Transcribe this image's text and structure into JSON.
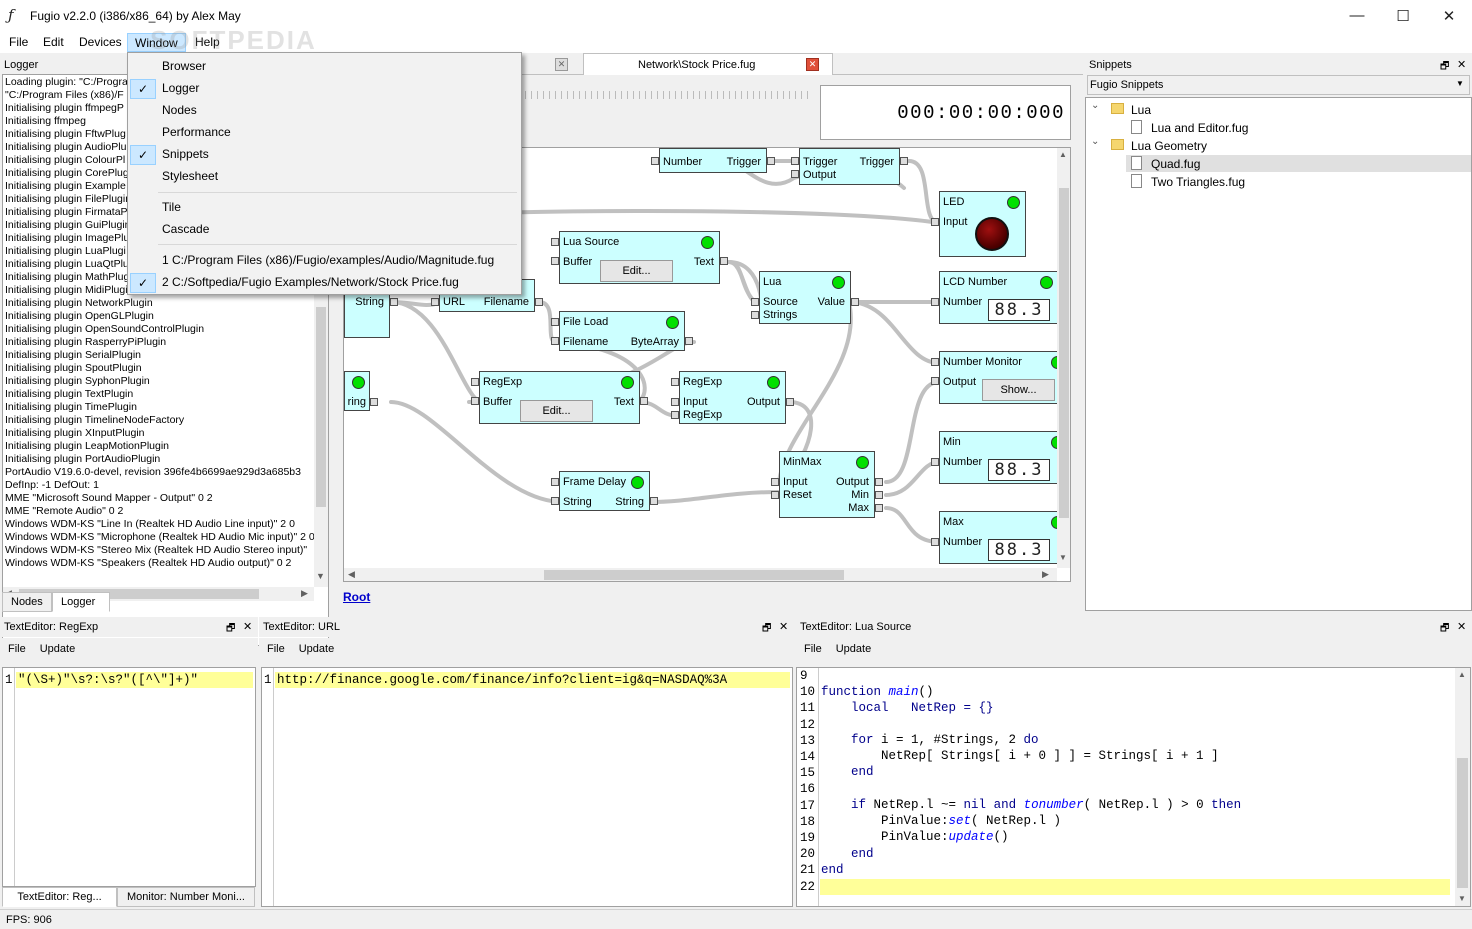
{
  "window": {
    "title": "Fugio v2.2.0 (i386/x86_64) by Alex May",
    "minimize": "—",
    "maximize": "☐",
    "close": "✕"
  },
  "menubar": [
    "File",
    "Edit",
    "Devices",
    "Window",
    "Help"
  ],
  "window_menu": {
    "items": [
      {
        "label": "Browser",
        "checked": false
      },
      {
        "label": "Logger",
        "checked": true
      },
      {
        "label": "Nodes",
        "checked": false
      },
      {
        "label": "Performance",
        "checked": false
      },
      {
        "label": "Snippets",
        "checked": true
      },
      {
        "label": "Stylesheet",
        "checked": false
      }
    ],
    "layout": [
      "Tile",
      "Cascade"
    ],
    "recent": [
      {
        "label": "1 C:/Program Files (x86)/Fugio/examples/Audio/Magnitude.fug",
        "checked": false
      },
      {
        "label": "2 C:/Softpedia/Fugio Examples/Network/Stock Price.fug",
        "checked": true
      }
    ]
  },
  "logger": {
    "title": "Logger",
    "lines": [
      "Loading plugin: \"C:/Progra",
      "\"C:/Program Files (x86)/F",
      "Initialising plugin ffmpegP",
      "Initialising ffmpeg",
      "Initialising plugin FftwPlug",
      "Initialising plugin AudioPlu",
      "Initialising plugin ColourPl",
      "Initialising plugin CorePlug",
      "Initialising plugin Example",
      "Initialising plugin FilePlugin",
      "Initialising plugin FirmataP",
      "Initialising plugin GuiPlugin",
      "Initialising plugin ImagePlu",
      "Initialising plugin LuaPlugi",
      "Initialising plugin LuaQtPlu",
      "Initialising plugin MathPlug",
      "Initialising plugin MidiPlugi",
      "Initialising plugin NetworkPlugin",
      "Initialising plugin OpenGLPlugin",
      "Initialising plugin OpenSoundControlPlugin",
      "Initialising plugin RasperryPiPlugin",
      "Initialising plugin SerialPlugin",
      "Initialising plugin SpoutPlugin",
      "Initialising plugin SyphonPlugin",
      "Initialising plugin TextPlugin",
      "Initialising plugin TimePlugin",
      "Initialising plugin TimelineNodeFactory",
      "Initialising plugin XInputPlugin",
      "Initialising plugin LeapMotionPlugin",
      "Initialising plugin PortAudioPlugin",
      "PortAudio V19.6.0-devel, revision 396fe4b6699ae929d3a685b3",
      "DefInp: -1 DefOut: 1",
      "MME \"Microsoft Sound Mapper - Output\" 0 2",
      "MME \"Remote Audio\" 0 2",
      "Windows WDM-KS \"Line In (Realtek HD Audio Line input)\" 2 0",
      "Windows WDM-KS \"Microphone (Realtek HD Audio Mic input)\" 2 0",
      "Windows WDM-KS \"Stereo Mix (Realtek HD Audio Stereo input)\"",
      "Windows WDM-KS \"Speakers (Realtek HD Audio output)\" 0 2"
    ],
    "tabs": [
      "Nodes",
      "Logger"
    ]
  },
  "doc_tabs": [
    "Network\\Stock Price.fug"
  ],
  "timecode": "000:00:00:000",
  "breadcrumb": "Root",
  "nodes": {
    "top1": {
      "in": "Number",
      "out": "Trigger"
    },
    "top2": {
      "in": "Trigger",
      "out": "Trigger",
      "out2": "Output"
    },
    "led": {
      "title": "LED",
      "in": "Input"
    },
    "lua_source": {
      "title": "Lua Source",
      "in": "Buffer",
      "out": "Text",
      "btn": "Edit..."
    },
    "lua": {
      "title": "Lua",
      "in": "Source",
      "in2": "Strings",
      "out": "Value"
    },
    "lcd_number": {
      "title": "LCD Number",
      "in": "Number",
      "display": "88.3"
    },
    "string_node": {
      "out": "String"
    },
    "url_node": {
      "in": "URL",
      "out": "Filename"
    },
    "file_load": {
      "title": "File Load",
      "in": "Filename",
      "out": "ByteArray"
    },
    "number_monitor": {
      "title": "Number Monitor",
      "in": "Output",
      "btn": "Show..."
    },
    "string2": {
      "out": "ring"
    },
    "regexp1": {
      "title": "RegExp",
      "in": "Buffer",
      "out": "Text",
      "btn": "Edit..."
    },
    "regexp2": {
      "title": "RegExp",
      "in": "Input",
      "in2": "RegExp",
      "out": "Output"
    },
    "min": {
      "title": "Min",
      "in": "Number",
      "display": "88.3"
    },
    "frame_delay": {
      "title": "Frame Delay",
      "in": "String",
      "out": "String"
    },
    "minmax": {
      "title": "MinMax",
      "in": "Input",
      "in2": "Reset",
      "out": "Output",
      "out2": "Min",
      "out3": "Max"
    },
    "max": {
      "title": "Max",
      "in": "Number",
      "display": "88.3"
    }
  },
  "snippets": {
    "title": "Snippets",
    "selector": "Fugio Snippets",
    "tree": [
      {
        "label": "Lua",
        "type": "folder",
        "children": [
          "Lua and Editor.fug"
        ]
      },
      {
        "label": "Lua Geometry",
        "type": "folder",
        "children": [
          "Quad.fug",
          "Two Triangles.fug"
        ]
      }
    ]
  },
  "editors": [
    {
      "title": "TextEditor: RegExp",
      "menu": [
        "File",
        "Update"
      ],
      "lines": [
        {
          "n": "1",
          "text": "\"(\\S+)\"\\s?:\\s?\"([^\\\"]+)\""
        }
      ]
    },
    {
      "title": "TextEditor: URL",
      "menu": [
        "File",
        "Update"
      ],
      "lines": [
        {
          "n": "1",
          "text": "http://finance.google.com/finance/info?client=ig&q=NASDAQ%3A"
        }
      ]
    },
    {
      "title": "TextEditor: Lua Source",
      "menu": [
        "File",
        "Update"
      ],
      "line_numbers": [
        "9",
        "10",
        "11",
        "12",
        "13",
        "14",
        "15",
        "16",
        "17",
        "18",
        "19",
        "20",
        "21",
        "22"
      ]
    }
  ],
  "lua_code": {
    "l10a": "function",
    "l10b": "main",
    "l10c": "()",
    "l11": "    local   NetRep = {}",
    "l13a": "    for",
    "l13b": " i = 1, #Strings, 2 ",
    "l13c": "do",
    "l14": "        NetRep[ Strings[ i + 0 ] ] = Strings[ i + 1 ]",
    "l15": "    end",
    "l17a": "    if",
    "l17b": " NetRep.l ~= ",
    "l17c": "nil",
    "l17d": " and ",
    "l17e": "tonumber",
    "l17f": "( NetRep.l ) > 0 ",
    "l17g": "then",
    "l18a": "        PinValue:",
    "l18b": "set",
    "l18c": "( NetRep.l )",
    "l19a": "        PinValue:",
    "l19b": "update",
    "l19c": "()",
    "l20": "    end",
    "l21": "end"
  },
  "bottom_tabs": [
    "TextEditor: Reg...",
    "Monitor: Number Moni..."
  ],
  "status": "FPS: 906",
  "watermark": "SOFTPEDIA"
}
